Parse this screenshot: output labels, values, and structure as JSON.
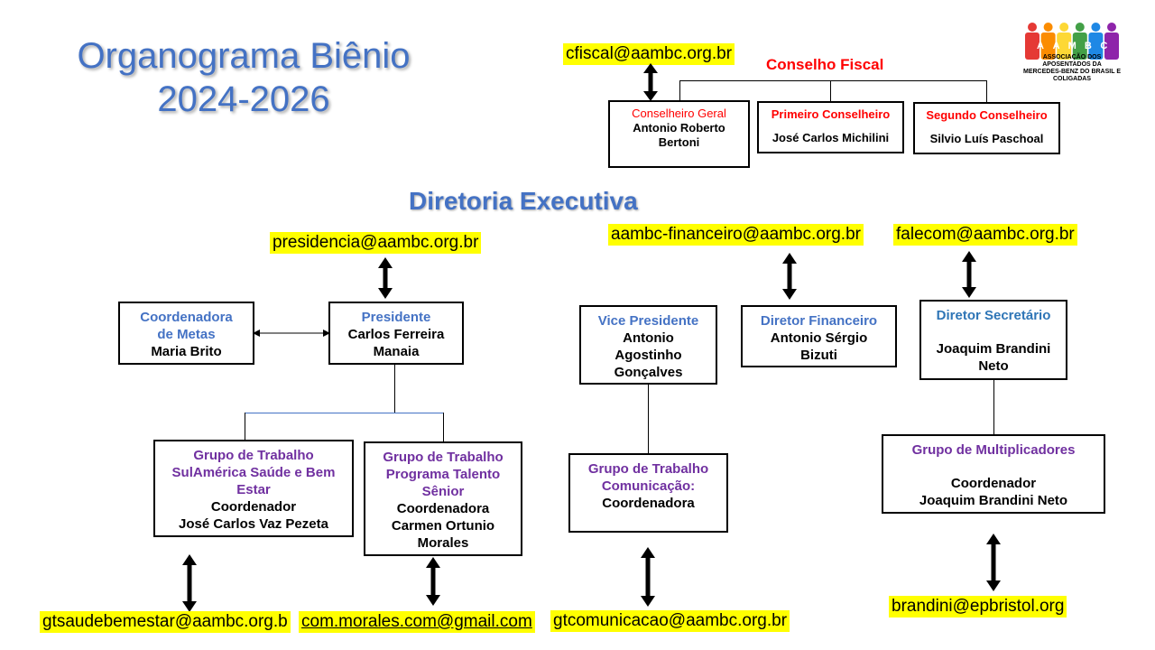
{
  "title": {
    "line1": "Organograma Biênio",
    "line2": "2024-2026"
  },
  "logo": {
    "letters": [
      "A",
      "A",
      "M",
      "B",
      "C"
    ],
    "caption1": "ASSOCIAÇÃO DOS APOSENTADOS DA",
    "caption2": "MERCEDES-BENZ DO BRASIL E COLIGADAS",
    "colors": [
      "#e53935",
      "#fb8c00",
      "#fdd835",
      "#43a047",
      "#1e88e5",
      "#8e24aa"
    ]
  },
  "conselho_fiscal": {
    "title": "Conselho Fiscal",
    "email": "cfiscal@aambc.org.br",
    "geral": {
      "role": "Conselheiro Geral",
      "name1": "Antonio Roberto",
      "name2": "Bertoni"
    },
    "primeiro": {
      "role": "Primeiro Conselheiro",
      "name": "José Carlos Michilini"
    },
    "segundo": {
      "role": "Segundo Conselheiro",
      "name": "Silvio Luís Paschoal"
    }
  },
  "diretoria": {
    "title": "Diretoria Executiva",
    "presidente_email": "presidencia@aambc.org.br",
    "financeiro_email": "aambc-financeiro@aambc.org.br",
    "secretario_email": "falecom@aambc.org.br",
    "metas": {
      "role1": "Coordenadora",
      "role2": "de Metas",
      "name": "Maria Brito"
    },
    "presidente": {
      "role": "Presidente",
      "name1": "Carlos Ferreira",
      "name2": "Manaia"
    },
    "vice": {
      "role": "Vice Presidente",
      "name1": "Antonio",
      "name2": "Agostinho",
      "name3": "Gonçalves"
    },
    "financeiro": {
      "role": "Diretor Financeiro",
      "name1": "Antonio Sérgio",
      "name2": "Bizuti"
    },
    "secretario": {
      "role": "Diretor Secretário",
      "name1": "Joaquim Brandini",
      "name2": "Neto"
    }
  },
  "grupos": {
    "saude": {
      "title1": "Grupo de Trabalho",
      "title2": "SulAmérica Saúde e Bem",
      "title3": "Estar",
      "role": "Coordenador",
      "name": "José Carlos Vaz Pezeta",
      "email": "gtsaudebemestar@aambc.org.b"
    },
    "talento": {
      "title1": "Grupo de Trabalho",
      "title2": "Programa Talento",
      "title3": "Sênior",
      "role": "Coordenadora",
      "name1": "Carmen Ortunio",
      "name2": "Morales",
      "email": "com.morales.com@gmail.com"
    },
    "comunicacao": {
      "title1": "Grupo de Trabalho",
      "title2": "Comunicação:",
      "role": "Coordenadora",
      "email": "gtcomunicacao@aambc.org.br"
    },
    "multiplicadores": {
      "title": "Grupo de Multiplicadores",
      "role": "Coordenador",
      "name": "Joaquim Brandini Neto",
      "email": "brandini@epbristol.org"
    }
  }
}
